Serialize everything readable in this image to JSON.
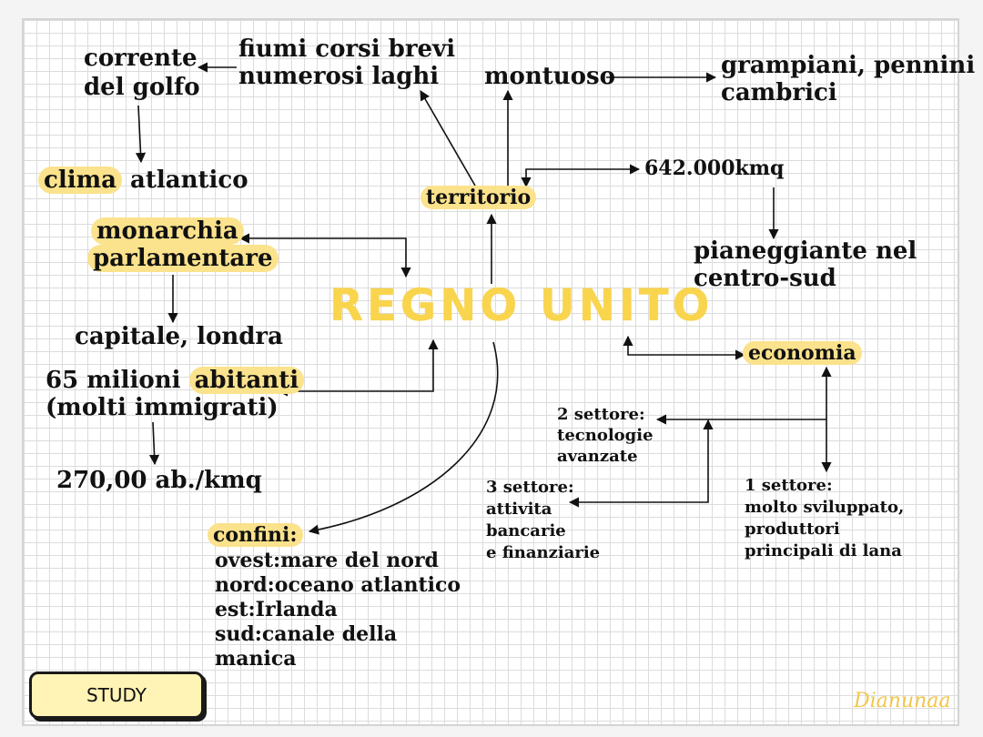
{
  "title": "REGNO UNITO",
  "nodes": {
    "territorio": "territorio",
    "montuoso": "montuoso",
    "grampiani_1": "grampiani, pennini",
    "grampiani_2": "cambrici",
    "area": "642.000kmq",
    "pianeggiante_1": "pianeggiante nel",
    "pianeggiante_2": "centro-sud",
    "fiumi_1": "fiumi corsi brevi",
    "fiumi_2": "numerosi laghi",
    "corrente_1": "corrente",
    "corrente_2": "del golfo",
    "clima_hl": "clima",
    "clima_rest": " atlantico",
    "monarchia_1": "monarchia",
    "monarchia_2": "parlamentare",
    "capitale": "capitale, londra",
    "abitanti_pre": "65 milioni ",
    "abitanti_hl": "abitanti",
    "abitanti_2": "(molti immigrati)",
    "densita": "270,00 ab./kmq",
    "economia": "economia",
    "settore2_1": "2 settore:",
    "settore2_2": "tecnologie",
    "settore2_3": "avanzate",
    "settore3_1": "3 settore:",
    "settore3_2": "attivita",
    "settore3_3": "bancarie",
    "settore3_4": "e finanziarie",
    "settore1_1": "1 settore:",
    "settore1_2": "molto sviluppato,",
    "settore1_3": "produttori",
    "settore1_4": "principali di lana",
    "confini": "confini:",
    "confini_1": "ovest:mare del nord",
    "confini_2": "nord:oceano atlantico",
    "confini_3": "est:Irlanda",
    "confini_4": "sud:canale della",
    "confini_5": "manica"
  },
  "footer": {
    "study_label": "STUDY",
    "signature": "Dianunaa"
  },
  "colors": {
    "highlight": "#fbe28c",
    "title": "#f9d44d",
    "signature": "#f2c64a",
    "ink": "#111111"
  }
}
